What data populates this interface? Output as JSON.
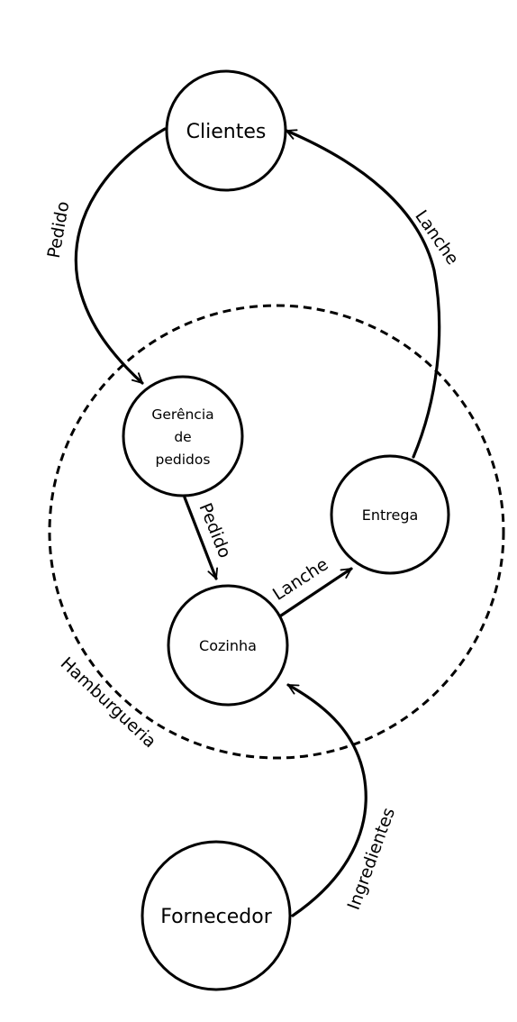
{
  "diagram": {
    "boundary_label": "Hamburgueria",
    "nodes": {
      "clientes": "Clientes",
      "gerencia": [
        "Gerência",
        "de",
        "pedidos"
      ],
      "cozinha": "Cozinha",
      "entrega": "Entrega",
      "fornecedor": "Fornecedor"
    },
    "edges": {
      "clientes_to_gerencia": "Pedido",
      "gerencia_to_cozinha": "Pedido",
      "cozinha_to_entrega": "Lanche",
      "entrega_to_clientes": "Lanche",
      "fornecedor_to_cozinha": "Ingredientes"
    }
  },
  "colors": {
    "stroke": "#000000",
    "background": "#ffffff"
  }
}
